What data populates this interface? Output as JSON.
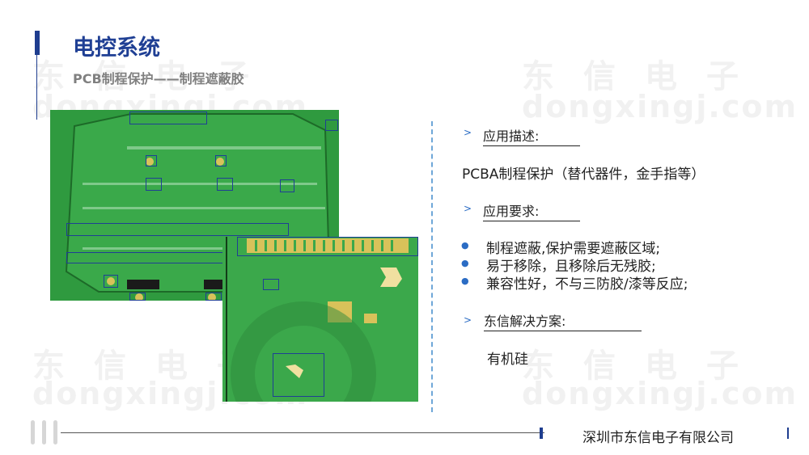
{
  "header": {
    "title": "电控系统",
    "subtitle": "PCB制程保护——制程遮蔽胶"
  },
  "watermarks": {
    "cn": "东信电子",
    "en": "dongxingj.com"
  },
  "sections": {
    "description": {
      "heading": "应用描述:",
      "text": "PCBA制程保护（替代器件，金手指等）"
    },
    "requirements": {
      "heading": "应用要求:",
      "items": [
        "制程遮蔽,保护需要遮蔽区域;",
        "易于移除，且移除后无残胶;",
        "兼容性好，不与三防胶/漆等反应;"
      ]
    },
    "solution": {
      "heading": "东信解决方案:",
      "text": "有机硅"
    }
  },
  "footer": {
    "company": "深圳市东信电子有限公司"
  },
  "colors": {
    "accent": "#1f3f94",
    "bullet": "#2b6cc4",
    "pcb_green": "#2f9a3f"
  }
}
